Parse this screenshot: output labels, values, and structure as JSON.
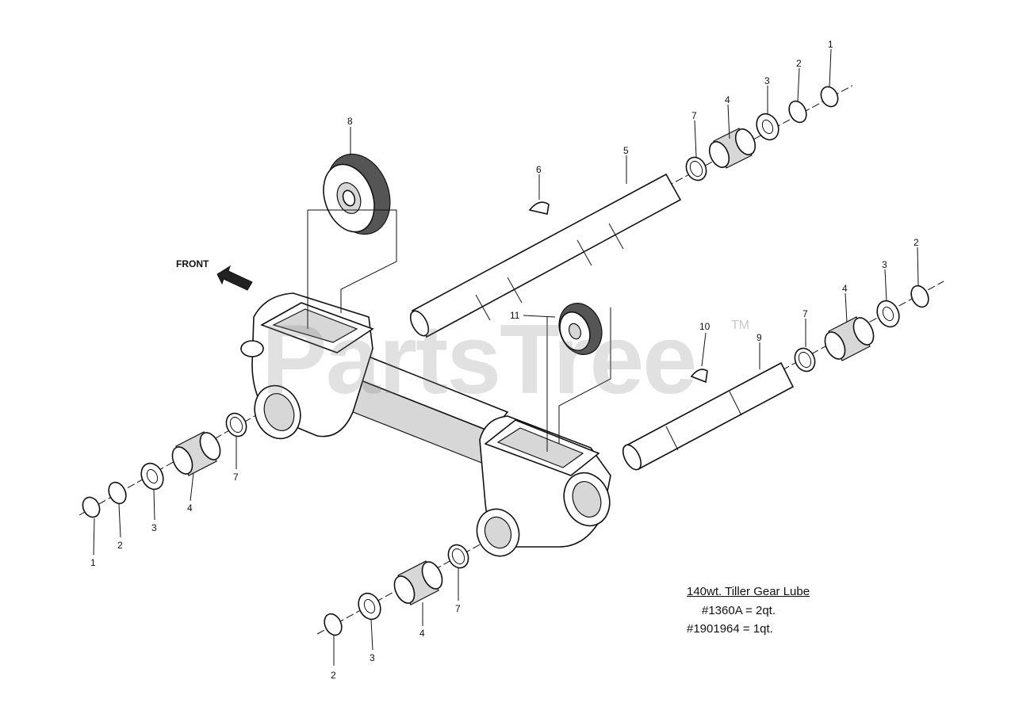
{
  "diagram": {
    "front_label": "FRONT",
    "callouts": {
      "c1a": "1",
      "c2a": "2",
      "c3a": "3",
      "c4a": "4",
      "c7a": "7",
      "c8": "8",
      "c6": "6",
      "c5": "5",
      "c2b": "2",
      "c3b": "3",
      "c4b": "4",
      "c7b": "7",
      "c9": "9",
      "c10": "10",
      "c11": "11",
      "c1c": "1",
      "c2c": "2",
      "c3c": "3",
      "c4c": "4",
      "c7c": "7",
      "c2d": "2",
      "c3d": "3",
      "c4d": "4",
      "c7d": "7"
    }
  },
  "note": {
    "title": "140wt. Tiller Gear Lube",
    "line1": "#1360A = 2qt.",
    "line2": "#1901964 = 1qt."
  },
  "watermark": {
    "text": "PartsTree",
    "tm": "TM"
  }
}
